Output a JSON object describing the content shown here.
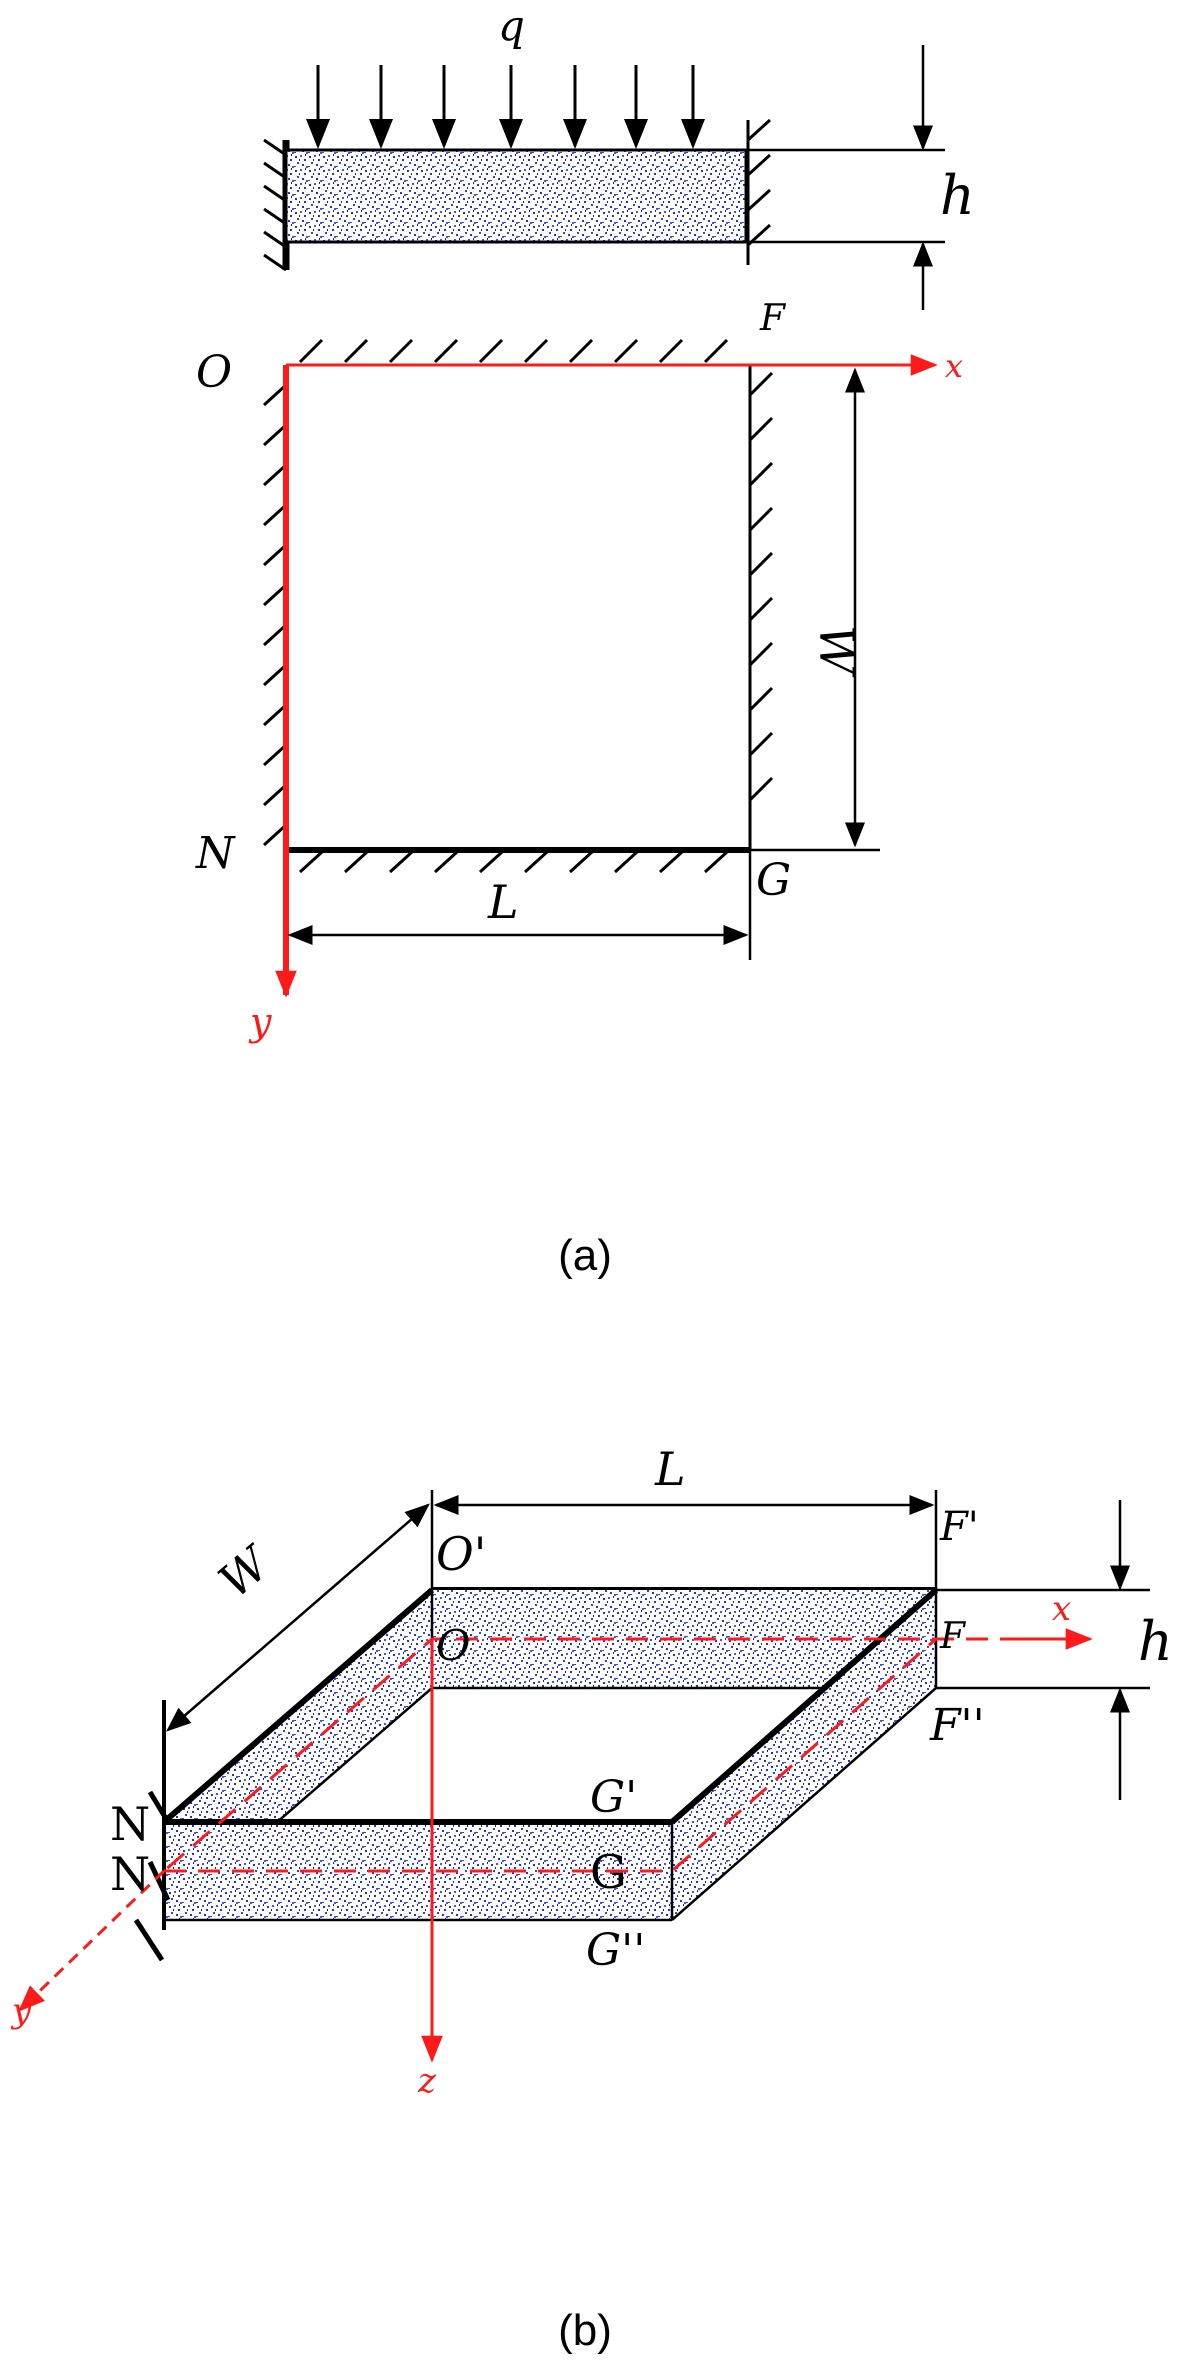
{
  "figure_a": {
    "caption": "(a)",
    "load_label": "q",
    "thickness_label": "h",
    "length_label": "L",
    "width_label": "W",
    "points": {
      "O": "O",
      "F": "F",
      "N": "N",
      "G": "G"
    },
    "axes": {
      "x": "x",
      "y": "y"
    }
  },
  "figure_b": {
    "caption": "(b)",
    "length_label": "L",
    "width_label": "W",
    "thickness_label": "h",
    "points": {
      "O": "O",
      "O_top": "O'",
      "F": "F",
      "F_top": "F'",
      "F_bottom": "F''",
      "G": "G",
      "G_top": "G'",
      "G_bottom": "G''",
      "N": "N",
      "N_mark": "N"
    },
    "axes": {
      "x": "x",
      "y": "y",
      "z": "z"
    }
  },
  "colors": {
    "axis": "#ff1a1a",
    "fill": "#3344dd",
    "line": "#000000"
  }
}
